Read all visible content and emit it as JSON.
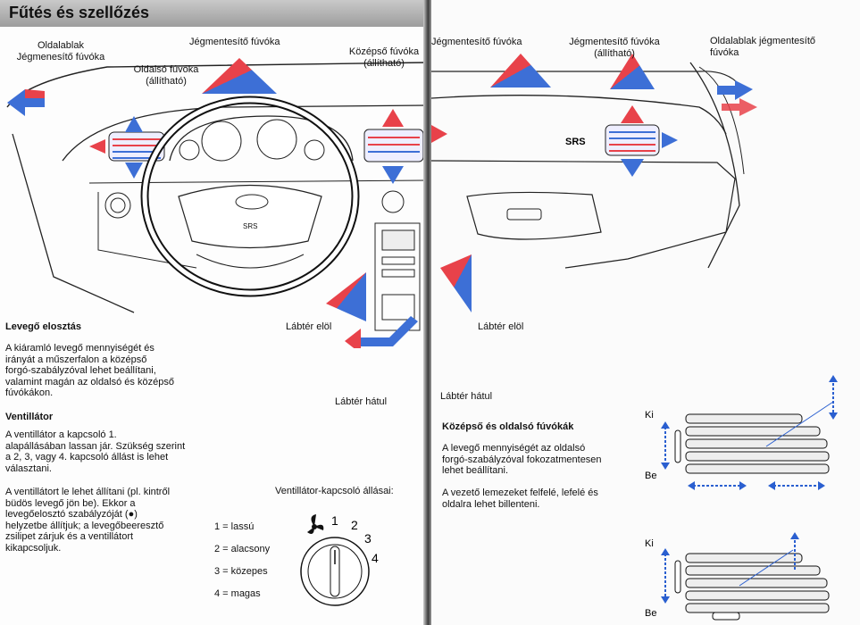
{
  "header": {
    "title": "Fűtés és szellőzés"
  },
  "diagram_labels": {
    "side_window_left": "Oldalablak\nJégmenesítő fúvóka",
    "side_vent_adjustable": "Oldalsó  fúvóka\n(állítható)",
    "windscreen_defrost_left": "Jégmentesítő fúvóka",
    "centre_vent_adjustable": "Középső fúvóka\n(állítható)",
    "windscreen_defrost_cut": "Jégmentesítő fúvóka",
    "windscreen_defrost_right": "Jégmentesítő fúvóka\n(állítható)",
    "side_window_right": "Oldalablak jégmentesítő\nfúvóka",
    "srs": "SRS",
    "footwell_front_left": "Lábtér elöl",
    "footwell_rear_left": "Lábtér hátul",
    "footwell_front_right": "Lábtér elöl",
    "footwell_rear_right": "Lábtér hátul",
    "wheel_srs": "SRS"
  },
  "left_text": {
    "air_distribution_title": "Levegő elosztás",
    "air_distribution_body": "A kiáramló levegő mennyiségét és\nirányát a műszerfalon a középső\nforgó-szabályzóval lehet beállítani,\nvalamint magán az oldalsó és középső\nfúvókákon.",
    "fan_title": "Ventillátor",
    "fan_body_1": "A ventillátor a kapcsoló 1.\nalapállásában lassan jár. Szükség szerint\na 2, 3, vagy 4. kapcsoló állást is lehet\nválasztani.",
    "fan_body_2": "A ventillátort le lehet állítani (pl. kintről\nbüdös levegő jön be). Ekkor a\nlevegőelosztó szabályzóját (●)\nhelyzetbe állítjuk; a levegőbeeresztő\nzsilipet zárjuk és a ventillátort\nkikapcsoljuk."
  },
  "fan_switch": {
    "title": "Ventillátor-kapcsoló állásai:",
    "legend": [
      "1 = lassú",
      "2 = alacsony",
      "3 = közepes",
      "4 = magas"
    ],
    "positions": [
      "1",
      "2",
      "3",
      "4"
    ]
  },
  "right_text": {
    "vents_title": "Középső és oldalsó fúvókák",
    "vents_body_1": "A levegő mennyiségét az oldalsó\nforgó-szabályzóval fokozatmentesen\nlehet beállítani.",
    "vents_body_2": "A vezető lemezeket felfelé, lefelé és\noldalra lehet billenteni."
  },
  "vent_diagram": {
    "label_on_top": "Ki",
    "label_off_top": "Be",
    "label_on_bottom": "Ki",
    "label_off_bottom": "Be"
  },
  "colors": {
    "warm": "#e8424a",
    "cool": "#3d6fd6",
    "arrow_blue": "#2a5fd0",
    "title_bar": "#b0b0b0"
  }
}
